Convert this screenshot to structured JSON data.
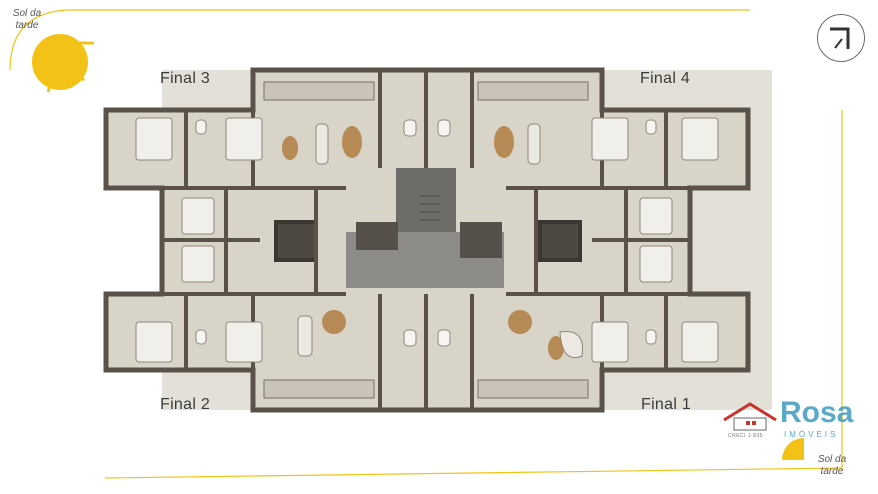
{
  "sun_top_left": {
    "line1": "Sol da",
    "line2": "tarde"
  },
  "sun_bottom_right": {
    "line1": "Sol da",
    "line2": "tarde"
  },
  "units": {
    "top_left": "Final 3",
    "top_right": "Final 4",
    "bottom_left": "Final 2",
    "bottom_right": "Final 1"
  },
  "logo": {
    "word": "Rosa",
    "sub": "IMÓVEIS",
    "creci": "CRECI J-835"
  },
  "colors": {
    "accent_yellow": "#f2c316",
    "logo_blue": "#5aa9c8",
    "logo_red": "#c8332b"
  },
  "icons": {
    "north": "north-arrow-icon",
    "sun": "sun-icon",
    "house": "house-icon"
  }
}
